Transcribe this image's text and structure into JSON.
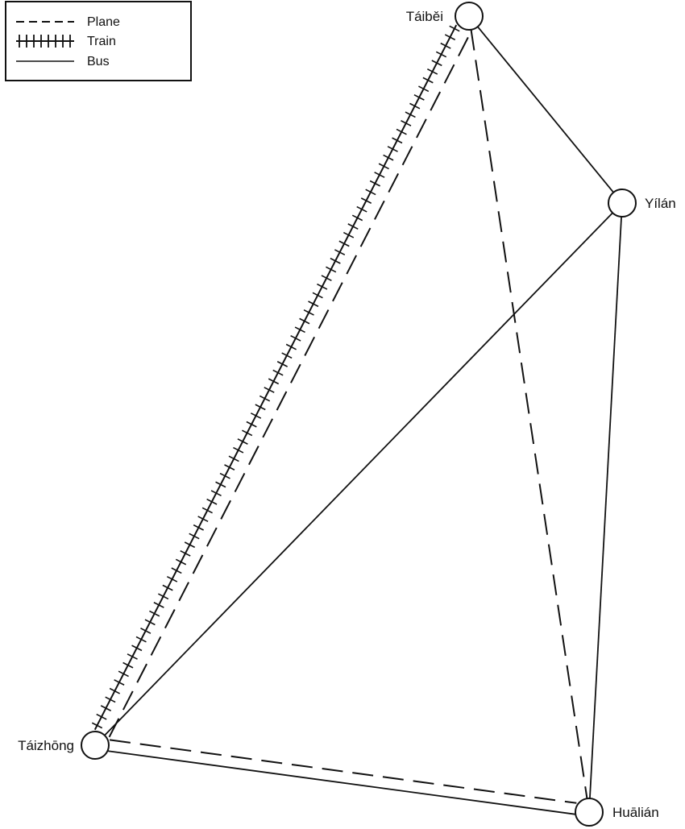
{
  "legend": {
    "plane_label": "Plane",
    "train_label": "Train",
    "bus_label": "Bus"
  },
  "cities": [
    {
      "id": "taibei",
      "name": "Táiběi"
    },
    {
      "id": "yilan",
      "name": "Yílán"
    },
    {
      "id": "taizhong",
      "name": "Táizhōng"
    },
    {
      "id": "hualian",
      "name": "Huālián"
    }
  ],
  "routes": [
    {
      "mode": "train",
      "from": "taizhong",
      "to": "taibei"
    },
    {
      "mode": "plane",
      "from": "taizhong",
      "to": "taibei"
    },
    {
      "mode": "plane",
      "from": "taibei",
      "to": "hualian"
    },
    {
      "mode": "plane",
      "from": "taizhong",
      "to": "hualian"
    },
    {
      "mode": "bus",
      "from": "taibei",
      "to": "yilan"
    },
    {
      "mode": "bus",
      "from": "taizhong",
      "to": "yilan"
    },
    {
      "mode": "bus",
      "from": "yilan",
      "to": "hualian"
    },
    {
      "mode": "bus",
      "from": "taizhong",
      "to": "hualian"
    }
  ],
  "colors": {
    "ink": "#111111",
    "background": "#ffffff"
  }
}
